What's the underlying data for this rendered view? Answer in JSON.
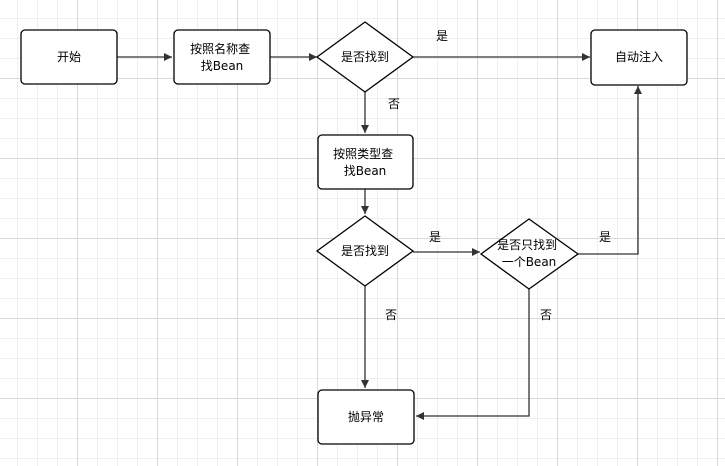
{
  "nodes": {
    "start": {
      "label": "开始"
    },
    "lookup_by_name": {
      "label": [
        "按照名称查",
        "找Bean"
      ]
    },
    "found_by_name": {
      "label": "是否找到"
    },
    "auto_inject": {
      "label": "自动注入"
    },
    "lookup_by_type": {
      "label": [
        "按照类型查",
        "找Bean"
      ]
    },
    "found_by_type": {
      "label": "是否找到"
    },
    "only_one_found": {
      "label": [
        "是否只找到",
        "一个Bean"
      ]
    },
    "throw_exception": {
      "label": "抛异常"
    }
  },
  "edges": {
    "yes_name_found": "是",
    "no_name_found": "否",
    "yes_type_found": "是",
    "no_type_found": "否",
    "yes_only_one": "是",
    "no_only_one": "否"
  },
  "colors": {
    "stroke": "#000000",
    "edge": "#333333",
    "fill": "#ffffff"
  }
}
